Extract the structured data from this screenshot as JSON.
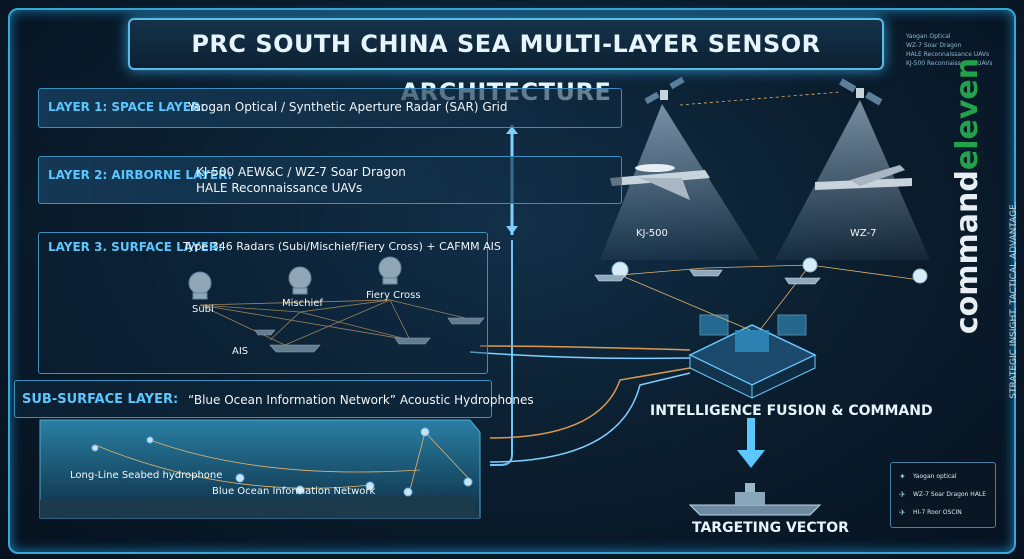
{
  "title": "PRC SOUTH CHINA SEA MULTI-LAYER SENSOR ARCHITECTURE",
  "layers": {
    "space": {
      "name": "LAYER 1: SPACE LAYER:",
      "desc": "Yaogan Optical / Synthetic Aperture Radar (SAR) Grid"
    },
    "airborne": {
      "name": "LAYER 2: AIRBORNE LAYER:",
      "desc1": "KJ-500 AEW&C / WZ-7 Soar Dragon",
      "desc2": "HALE Reconnaissance UAVs"
    },
    "surface": {
      "name": "LAYER 3. SURFACE LAYER:",
      "desc": "Type 346 Radars (Subi/Mischief/Fiery Cross) + CAFMM AIS"
    },
    "subsurface": {
      "name": "SUB-SURFACE LAYER:",
      "desc": "“Blue Ocean Information Network” Acoustic Hydrophones"
    }
  },
  "nodes": {
    "subi": "Subi",
    "mischief": "Mischief",
    "fiery_cross": "Fiery Cross",
    "ais": "AIS",
    "kj500": "KJ-500",
    "wz7": "WZ-7",
    "hydrophone": "Long-Line Seabed hydrophone",
    "network": "Blue Ocean Information Network"
  },
  "fusion": "INTELLIGENCE FUSION & COMMAND",
  "targeting": "TARGETING VECTOR",
  "brand": {
    "part1": "command",
    "part2": "eleven",
    "tagline": "STRATEGIC INSIGHT. TACTICAL ADVANTAGE."
  },
  "legend": {
    "items": [
      "Yaogan optical",
      "WZ-7 Soar Dragon HALE",
      "HI-7 Roor OSCIN"
    ],
    "top_items": [
      "Yaogan Optical",
      "WZ-7 Soar Dragon",
      "HALE Reconnaissance UAVs",
      "KJ-500 Reconnaissance UAVs"
    ]
  },
  "colors": {
    "accent": "#5cc6ff",
    "link": "#e0a75a",
    "brand_green": "#22a24a"
  }
}
